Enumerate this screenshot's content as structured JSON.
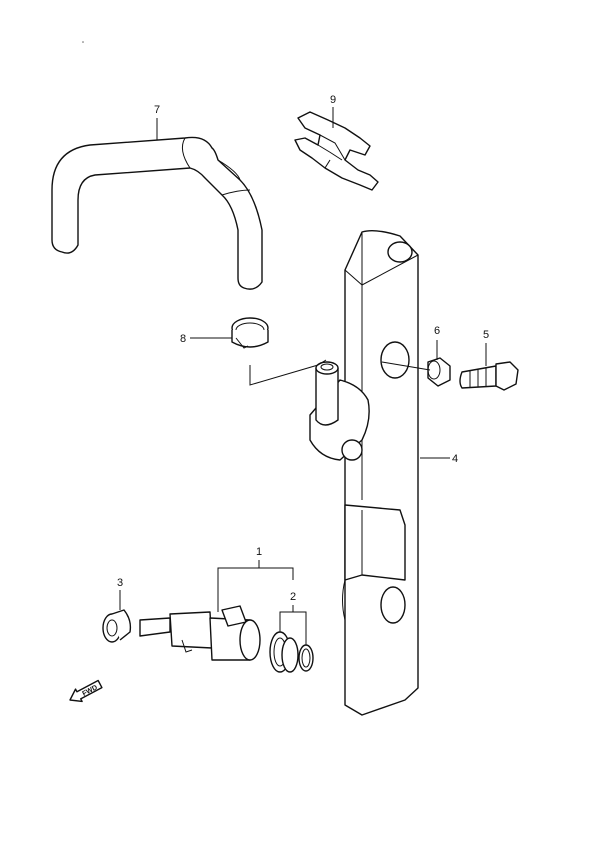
{
  "diagram": {
    "parts": [
      {
        "id": "1",
        "label": "1"
      },
      {
        "id": "2",
        "label": "2"
      },
      {
        "id": "3",
        "label": "3"
      },
      {
        "id": "4",
        "label": "4"
      },
      {
        "id": "5",
        "label": "5"
      },
      {
        "id": "6",
        "label": "6"
      },
      {
        "id": "7",
        "label": "7"
      },
      {
        "id": "8",
        "label": "8"
      },
      {
        "id": "9",
        "label": "9"
      }
    ],
    "direction_label": "FWD"
  }
}
